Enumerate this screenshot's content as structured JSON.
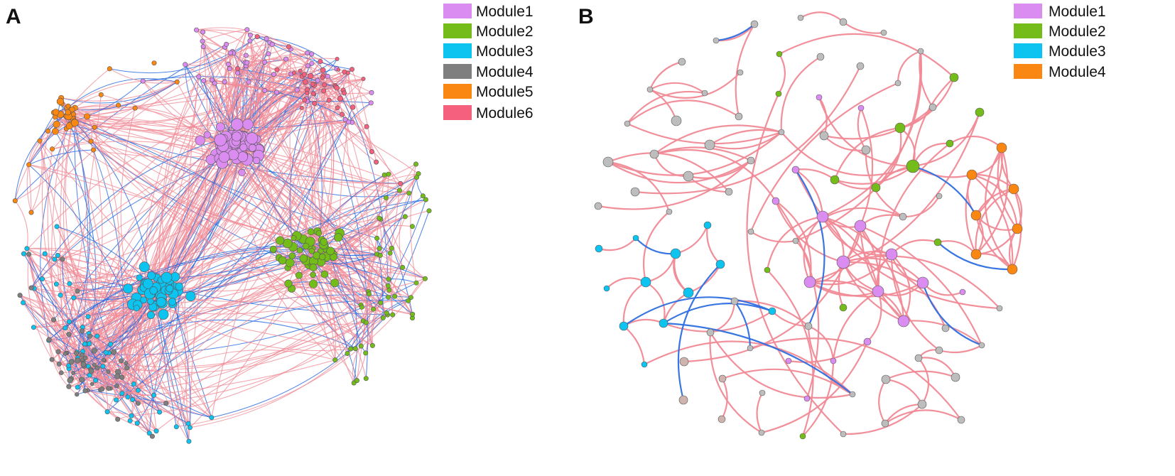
{
  "panels": [
    {
      "label": "A",
      "legend": [
        {
          "name": "Module1",
          "color": "#DA8CF0"
        },
        {
          "name": "Module2",
          "color": "#74BC1A"
        },
        {
          "name": "Module3",
          "color": "#0DC3EF"
        },
        {
          "name": "Module4",
          "color": "#7F7F7F"
        },
        {
          "name": "Module5",
          "color": "#FA8712"
        },
        {
          "name": "Module6",
          "color": "#F4607E"
        }
      ]
    },
    {
      "label": "B",
      "legend": [
        {
          "name": "Module1",
          "color": "#DA8CF0"
        },
        {
          "name": "Module2",
          "color": "#74BC1A"
        },
        {
          "name": "Module3",
          "color": "#0DC3EF"
        },
        {
          "name": "Module4",
          "color": "#FA8712"
        }
      ]
    }
  ],
  "colors": {
    "positive_edge": "#F08A96",
    "negative_edge": "#2F6FE0",
    "node_outline": "#555555",
    "unassigned_node": "#BDBDBD"
  }
}
